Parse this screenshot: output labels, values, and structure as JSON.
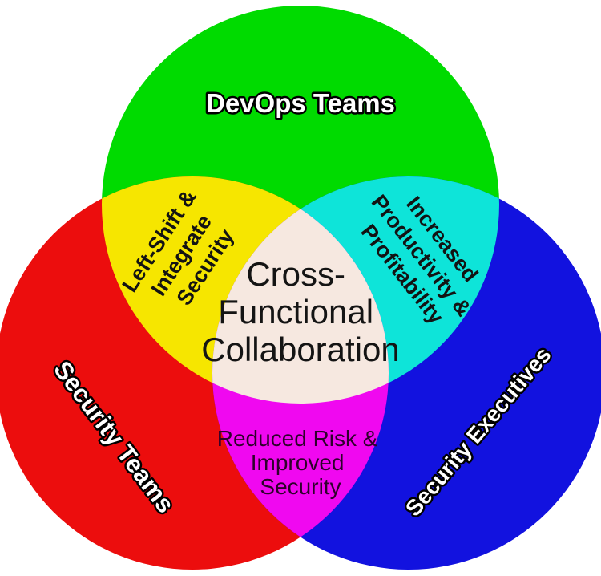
{
  "diagram": {
    "type": "venn-3-circle",
    "background": "#FFFFFF",
    "sets": [
      {
        "id": "devops-teams",
        "label": "DevOps Teams",
        "color": "#00DB00",
        "label_color": "#FFFFFF",
        "label_outline": "#000000"
      },
      {
        "id": "security-teams",
        "label": "Security Teams",
        "color": "#EC0D0D",
        "label_color": "#FFFFFF",
        "label_outline": "#000000"
      },
      {
        "id": "security-executives",
        "label": "Security Executives",
        "color": "#1212DF",
        "label_color": "#FFFFFF",
        "label_outline": "#000000"
      }
    ],
    "overlaps": [
      {
        "id": "devops-and-security-teams",
        "between": [
          "DevOps Teams",
          "Security Teams"
        ],
        "color": "#F6E600",
        "text_color": "#131313",
        "lines": [
          "Left-Shift &",
          "Integrate",
          "Security"
        ]
      },
      {
        "id": "devops-and-security-executives",
        "between": [
          "DevOps Teams",
          "Security Executives"
        ],
        "color": "#0EE4D9",
        "text_color": "#131313",
        "lines": [
          "Increased",
          "Productivity &",
          "Profitability"
        ]
      },
      {
        "id": "security-teams-and-executives",
        "between": [
          "Security Teams",
          "Security Executives"
        ],
        "color": "#F008F0",
        "text_color": "#2E012B",
        "lines": [
          "Reduced Risk &",
          "Improved",
          "Security"
        ]
      }
    ],
    "center": {
      "id": "all-three",
      "color": "#F6E8E0",
      "text_color": "#141414",
      "lines": [
        "Cross-",
        "Functional",
        "Collaboration"
      ]
    }
  }
}
